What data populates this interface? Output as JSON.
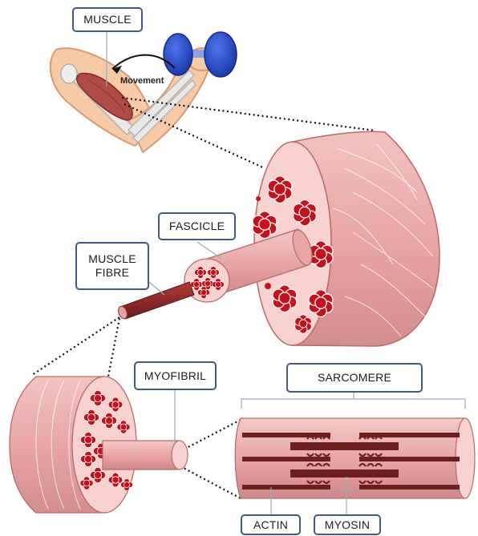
{
  "labels": {
    "muscle": "MUSCLE",
    "movement": "Movement",
    "fascicle": "FASCICLE",
    "muscle_fibre": "MUSCLE\nFIBRE",
    "myofibril": "MYOFIBRIL",
    "sarcomere": "SARCOMERE",
    "actin": "ACTIN",
    "myosin": "MYOSIN"
  },
  "colors": {
    "muscle_pink": "#e9a8a8",
    "muscle_light": "#f4c9c6",
    "muscle_outline": "#b86a6a",
    "fascicle_red": "#c8101c",
    "filament_dark": "#6b1f1f",
    "dumbbell_blue": "#2348c4",
    "label_border": "#3e5b84"
  }
}
